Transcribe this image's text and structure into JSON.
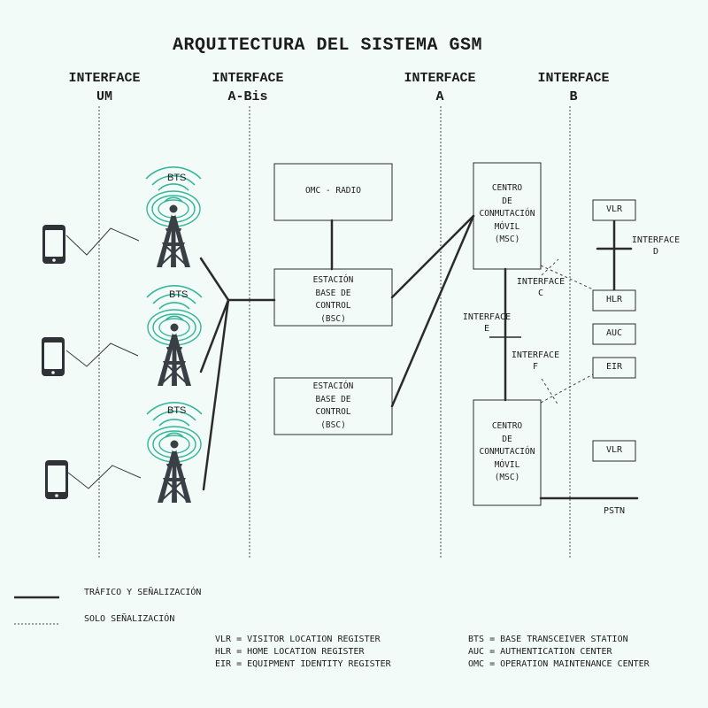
{
  "title": "ARQUITECTURA DEL SISTEMA GSM",
  "interfaces_top": [
    {
      "label": "INTERFACE\nUM"
    },
    {
      "label": "INTERFACE\nA-Bis"
    },
    {
      "label": "INTERFACE\nA"
    },
    {
      "label": "INTERFACE\nB"
    }
  ],
  "bts_labels": [
    "BTS",
    "BTS",
    "BTS"
  ],
  "boxes": {
    "omc": "OMC - RADIO",
    "bsc1": "ESTACIÓN\nBASE DE\nCONTROL\n(BSC)",
    "bsc2": "ESTACIÓN\nBASE DE\nCONTROL\n(BSC)",
    "msc1": "CENTRO\nDE\nCONMUTACIÓN\nMÓVIL\n(MSC)",
    "msc2": "CENTRO\nDE\nCONMUTACIÓN\nMÓVIL\n(MSC)",
    "vlr1": "VLR",
    "hlr": "HLR",
    "auc": "AUC",
    "eir": "EIR",
    "vlr2": "VLR"
  },
  "inner_interfaces": {
    "c": "INTERFACE\nC",
    "d": "INTERFACE\nD",
    "e": "INTERFACE\nE",
    "f": "INTERFACE\nF"
  },
  "pstn": "PSTN",
  "legend": {
    "solid": "TRÁFICO Y SEÑALIZACIÓN",
    "dashed": "SOLO SEÑALIZACIÓN"
  },
  "abbreviations": [
    "VLR = VISITOR LOCATION REGISTER",
    "HLR = HOME LOCATION REGISTER",
    "EIR = EQUIPMENT IDENTITY REGISTER",
    "BTS = BASE TRANSCEIVER STATION",
    "AUC = AUTHENTICATION CENTER",
    "OMC = OPERATION MAINTENANCE CENTER"
  ],
  "colors": {
    "background": "#f3fbf8",
    "line": "#2b2b2b",
    "tower": "#3a3f45",
    "signal": "#36b59a"
  },
  "icons": [
    "smartphone-icon",
    "cell-tower-icon"
  ]
}
